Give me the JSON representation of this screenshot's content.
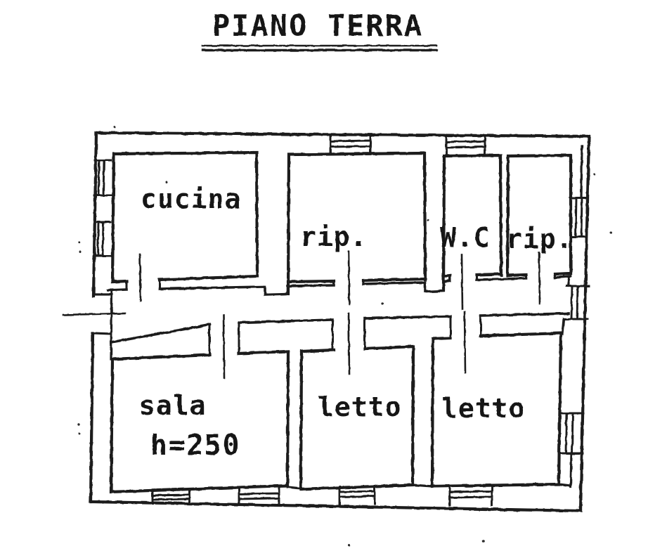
{
  "page": {
    "background_color": "#ffffff",
    "ink_color": "#1a1a1a"
  },
  "title": {
    "text": "PIANO TERRA",
    "underline": "double"
  },
  "floor_plan": {
    "rooms": [
      {
        "id": "cucina",
        "label": "cucina"
      },
      {
        "id": "ripostiglio-1",
        "label": "rip."
      },
      {
        "id": "wc",
        "label": "W.C"
      },
      {
        "id": "ripostiglio-2",
        "label": "rip."
      },
      {
        "id": "sala",
        "label": "sala",
        "height_note": "h=250"
      },
      {
        "id": "letto-1",
        "label": "letto"
      },
      {
        "id": "letto-2",
        "label": "letto"
      }
    ],
    "features": {
      "window_symbols": 11,
      "door_marks": 8,
      "entrance_side": "left"
    }
  }
}
